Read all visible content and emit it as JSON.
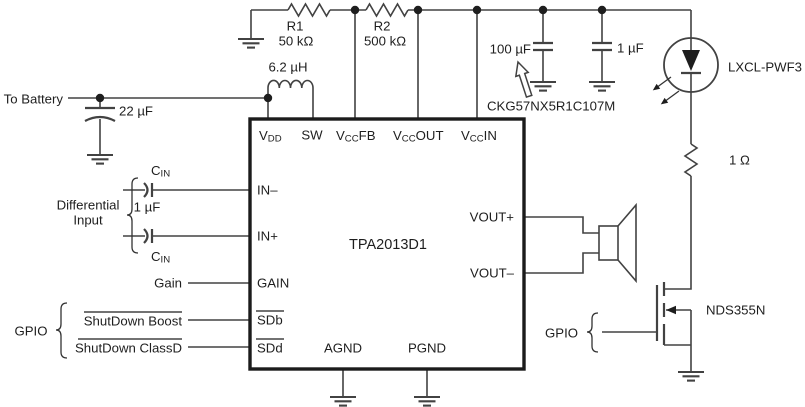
{
  "ic": {
    "name": "TPA2013D1",
    "pins": {
      "vdd": {
        "base": "V",
        "sub": "DD"
      },
      "sw": "SW",
      "vccfb": {
        "base": "V",
        "sub": "CC",
        "rest": "FB"
      },
      "vccout": {
        "base": "V",
        "sub": "CC",
        "rest": "OUT"
      },
      "vccin": {
        "base": "V",
        "sub": "CC",
        "rest": "IN"
      },
      "in_minus": "IN–",
      "in_plus": "IN+",
      "gain": "GAIN",
      "sdb": "SDb",
      "sdd": "SDd",
      "vout_plus": "VOUT+",
      "vout_minus": "VOUT–",
      "agnd": "AGND",
      "pgnd": "PGND"
    }
  },
  "components": {
    "r1": {
      "ref": "R1",
      "value": "50 kΩ"
    },
    "r2": {
      "ref": "R2",
      "value": "500 kΩ"
    },
    "inductor": {
      "value": "6.2 µH"
    },
    "battery_cap": {
      "value": "22 µF"
    },
    "bulk_cap": {
      "value": "100 µF",
      "part": "CKG57NX5R1C107M"
    },
    "bypass_cap": {
      "value": "1 µF"
    },
    "input_caps": {
      "label": {
        "base": "C",
        "sub": "IN"
      },
      "value": "1 µF"
    },
    "led": {
      "part": "LXCL-PWF3"
    },
    "series_resistor": {
      "value": "1 Ω"
    },
    "mosfet": {
      "part": "NDS355N"
    }
  },
  "labels": {
    "to_battery": "To Battery",
    "differential_input": [
      "Differential",
      "Input"
    ],
    "gain": "Gain",
    "shutdown_boost": "ShutDown Boost",
    "shutdown_classd": "ShutDown ClassD",
    "gpio_left": "GPIO",
    "gpio_right": "GPIO"
  },
  "colors": {
    "background": "#ffffff",
    "wire": "#424242",
    "text": "#1e1e1e",
    "ic_border": "#1b1b1b"
  }
}
